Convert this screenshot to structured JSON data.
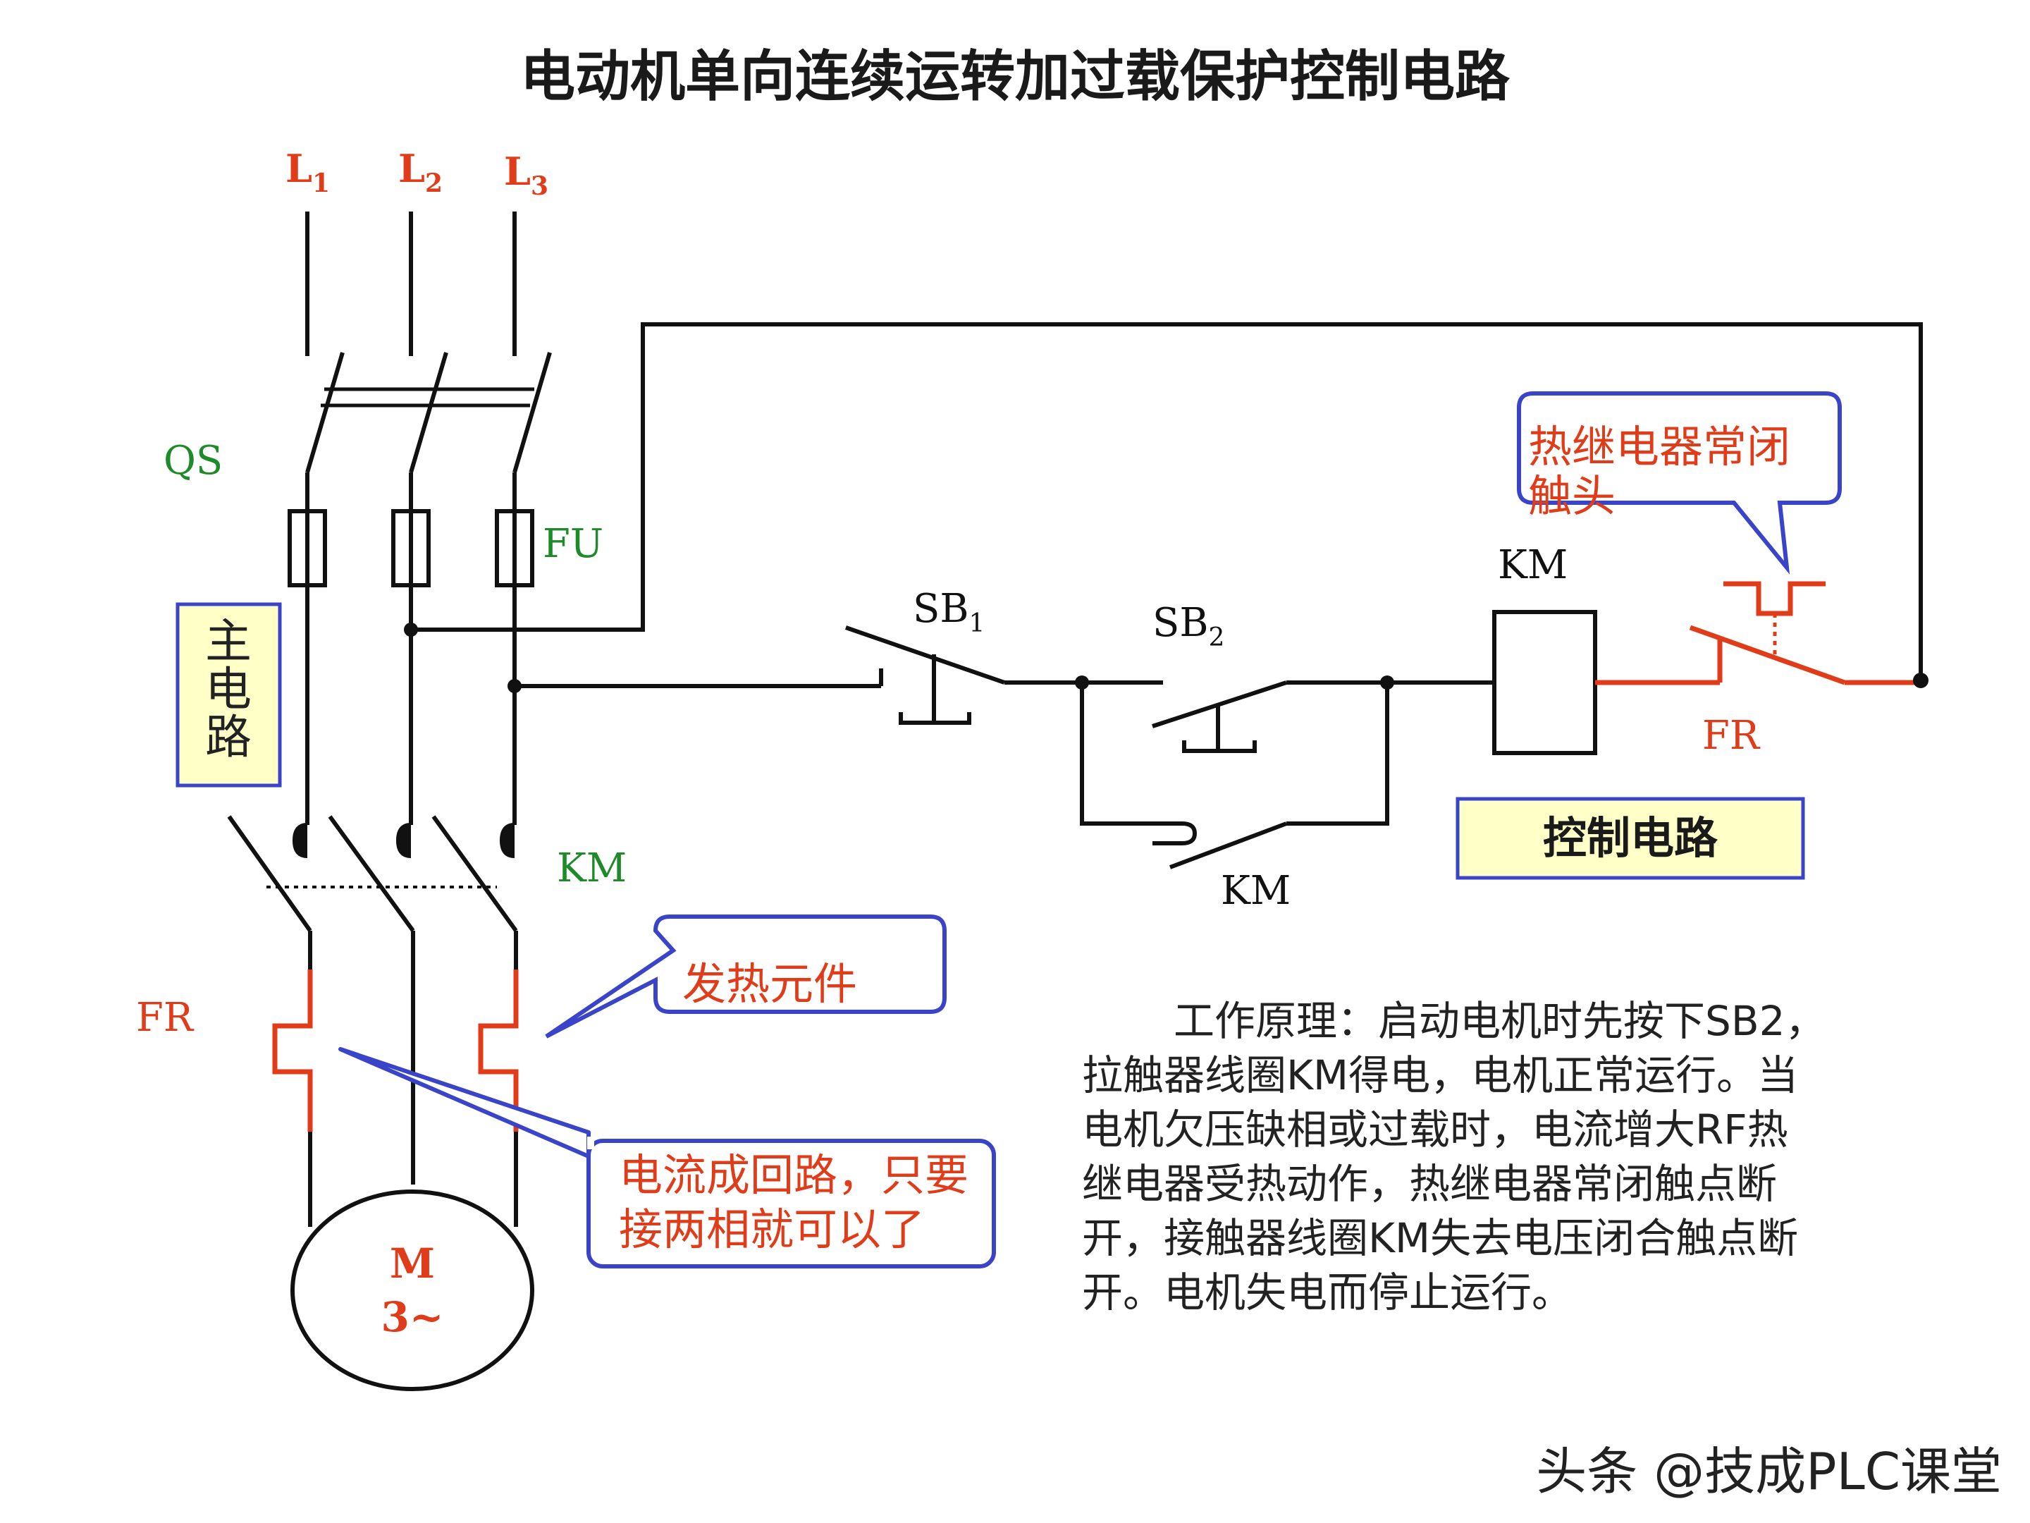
{
  "title": "电动机单向连续运转加过载保护控制电路",
  "phases": {
    "l1": "L",
    "l1_sub": "1",
    "l2": "L",
    "l2_sub": "2",
    "l3": "L",
    "l3_sub": "3"
  },
  "labels": {
    "qs": "QS",
    "fu": "FU",
    "km_main": "KM",
    "fr_main": "FR",
    "main_circuit_chars": [
      "主",
      "电",
      "路"
    ],
    "motor_line1": "M",
    "motor_line2": "3~",
    "sb1": "SB",
    "sb1_sub": "1",
    "sb2": "SB",
    "sb2_sub": "2",
    "km_coil": "KM",
    "km_aux": "KM",
    "fr_ctrl": "FR",
    "control_circuit": "控制电路"
  },
  "callouts": {
    "thermal_contact": [
      "热继电器常闭",
      "触头"
    ],
    "heating_element": "发热元件",
    "current_loop": [
      "电流成回路，只要",
      "接两相就可以了"
    ]
  },
  "description": [
    "工作原理：启动电机时先按下SB2，",
    "拉触器线圈KM得电，电机正常运行。当",
    "电机欠压缺相或过载时，电流增大RF热",
    "继电器受热动作，热继电器常闭触点断",
    "开，接触器线圈KM失去电压闭合触点断",
    "开。电机失电而停止运行。"
  ],
  "watermark": "头条 @技成PLC课堂",
  "colors": {
    "wire": "#111111",
    "red": "#e03c1a",
    "green": "#1f8a2a",
    "callout_border": "#3a44c8",
    "box_fill": "#ffffc8"
  }
}
